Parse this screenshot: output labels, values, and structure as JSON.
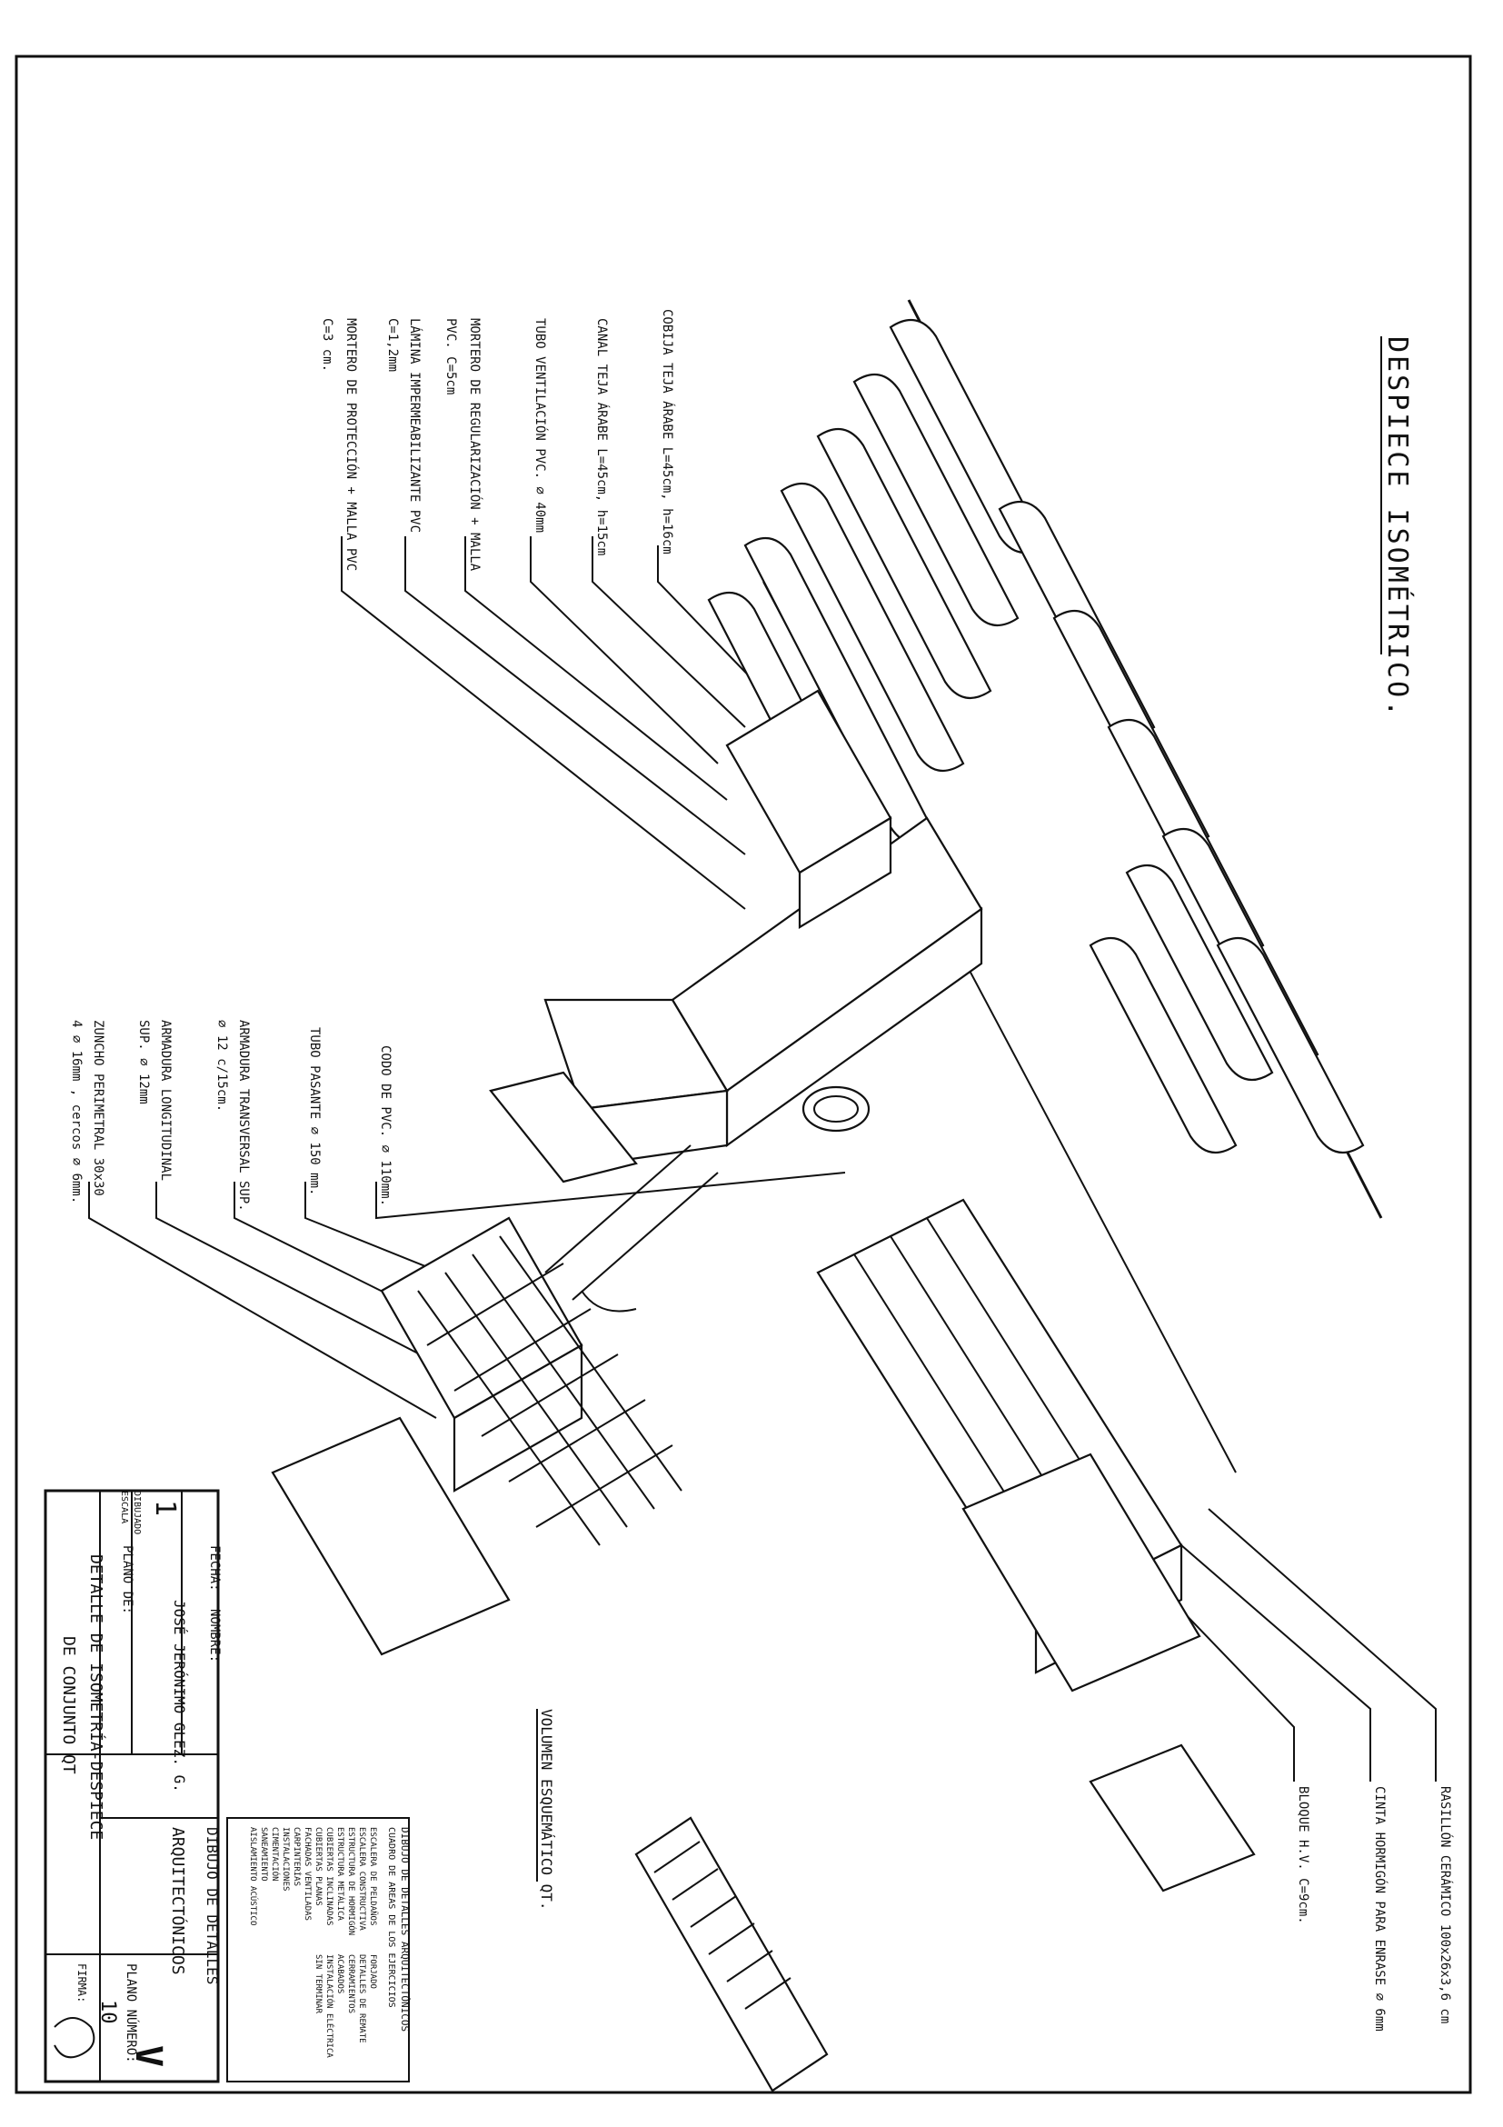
{
  "title": "DESPIECE ISOMÉTRICO.",
  "subtitle": "VOLUMEN ESQUEMÁTICO QT.",
  "labels_top": [
    {
      "id": "cobija",
      "lines": [
        "COBIJA TEJA ÁRABE  L=45cm, h=16cm"
      ]
    },
    {
      "id": "canal",
      "lines": [
        "CANAL TEJA ÁRABE  L=45cm, h=15cm"
      ]
    },
    {
      "id": "tubo-vent",
      "lines": [
        "TUBO VENTILACIÓN PVC. ∅ 40mm"
      ]
    },
    {
      "id": "mortero-reg",
      "lines": [
        "MORTERO DE REGULARIZACIÓN + MALLA",
        "PVC.  C=5cm"
      ]
    },
    {
      "id": "lamina",
      "lines": [
        "LÁMINA IMPERMEABILIZANTE PVC",
        "C=1,2mm"
      ]
    },
    {
      "id": "mortero-prot",
      "lines": [
        "MORTERO DE PROTECCIÓN + MALLA PVC",
        "C=3 cm."
      ]
    }
  ],
  "labels_mid": [
    {
      "id": "codo",
      "lines": [
        "CODO DE PVC. ∅ 110mm."
      ]
    },
    {
      "id": "tubo-pasante",
      "lines": [
        "TUBO PASANTE ∅ 150 mm."
      ]
    },
    {
      "id": "armadura-trans",
      "lines": [
        "ARMADURA TRANSVERSAL SUP.",
        "∅ 12 c/15cm."
      ]
    },
    {
      "id": "armadura-long",
      "lines": [
        "ARMADURA LONGITUDINAL",
        "SUP. ∅ 12mm"
      ]
    },
    {
      "id": "zuncho",
      "lines": [
        "ZUNCHO PERIMETRAL 30x30",
        "4 ∅ 16mm , cercos ∅ 6mm."
      ]
    }
  ],
  "labels_right": [
    {
      "id": "rasillon",
      "lines": [
        "RASILLÓN CERÁMICO 100x26x3,6 cm"
      ]
    },
    {
      "id": "cinta",
      "lines": [
        "CINTA HORMIGÓN PARA ENRASE ∅ 6mm"
      ]
    },
    {
      "id": "bloque",
      "lines": [
        "BLOQUE H.V. C=9cm."
      ]
    }
  ],
  "title_block": {
    "fecha_label": "FECHA:",
    "nombre_label": "NOMBRE:",
    "nombre_value": "JOSÉ JERÓNIMO GLEZ. G.",
    "dibujado_label": "DIBUJADO",
    "escala_label": "ESCALA",
    "escala_value": "1",
    "plano_de_label": "PLANO DE:",
    "plano_de_line1": "DETALLE DE ISOMETRÍA-DESPIECE",
    "plano_de_line2": "DE CONJUNTO QT",
    "course_line1": "DIBUJO DE DETALLES",
    "course_line2": "ARQUITECTÓNICOS",
    "plano_numero_label": "PLANO NÚMERO:",
    "plano_numero_value": "10",
    "firma_label": "FIRMA:",
    "firma_value": "firma"
  },
  "checklist": {
    "title": "DIBUJO DE DETALLES ARQUITECTÓNICOS",
    "subtitle": "CUADRO DE AREAS DE LOS EJERCICIOS",
    "items": [
      "ESCALERA DE PELDAÑOS",
      "ESCALERA CONSTRUCTIVA",
      "ESTRUCTURA DE HORMIGÓN",
      "ESTRUCTURA METÁLICA",
      "CUBIERTAS INCLINADAS",
      "CUBIERTAS PLANAS",
      "FACHADAS VENTILADAS",
      "CARPINTERÍAS",
      "INSTALACIONES",
      "CIMENTACIÓN",
      "SANEAMIENTO",
      "AISLAMIENTO ACÚSTICO",
      "FORJADO",
      "DETALLES DE REMATE",
      "CERRAMIENTOS",
      "ACABADOS",
      "INSTALACIÓN ELÉCTRICA",
      "SIN TERMINAR"
    ]
  },
  "stamp": "V"
}
